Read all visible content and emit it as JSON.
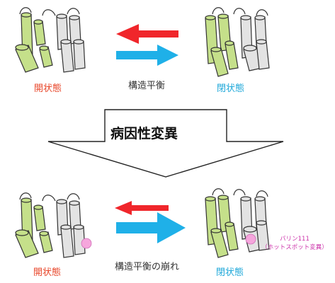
{
  "top": {
    "left_label": "開状態",
    "center_label": "構造平衡",
    "right_label": "閉状態"
  },
  "middle": {
    "label": "病因性変異"
  },
  "bottom": {
    "left_label": "開状態",
    "center_label": "構造平衡の崩れ",
    "right_label": "閉状態",
    "mutation_note_line1": "バリン111",
    "mutation_note_line2": "（ホットスポット変異）"
  },
  "colors": {
    "helix_green": "#c5e08a",
    "helix_gray": "#e3e3e3",
    "arrow_red": "#f0262b",
    "arrow_blue": "#1fb0e8",
    "open_text": "#e8462a",
    "closed_text": "#1fa8d9",
    "mutation_dot": "#f5a6dc"
  }
}
